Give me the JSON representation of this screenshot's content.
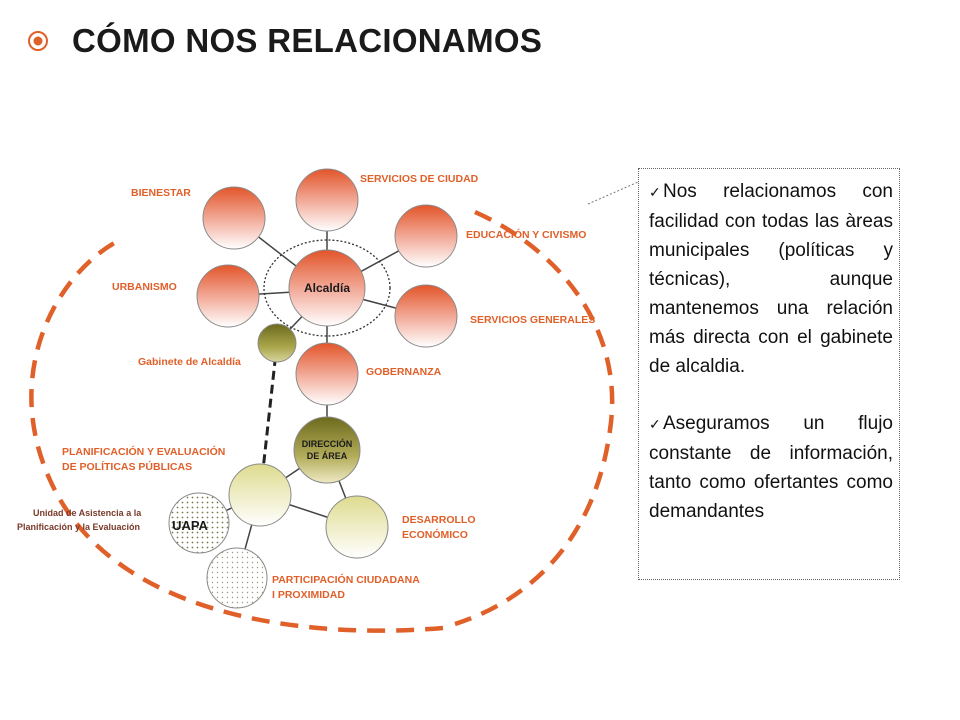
{
  "title": "CÓMO NOS RELACIONAMOS",
  "diagram": {
    "nodes": {
      "bienestar": "BIENESTAR",
      "servicios_ciudad": "SERVICIOS DE CIUDAD",
      "educacion": "EDUCACIÓN Y CIVISMO",
      "urbanismo": "URBANISMO",
      "alcaldia": "Alcaldía",
      "servicios_generales": "SERVICIOS GENERALES",
      "gabinete": "Gabinete de Alcaldía",
      "gobernanza": "GOBERNANZA",
      "direccion_1": "DIRECCIÓN",
      "direccion_2": "DE ÁREA",
      "planificacion_1": "PLANIFICACIÓN Y EVALUACIÓN",
      "planificacion_2": "DE POLÍTICAS PÚBLICAS",
      "unidad_1": "Unidad de Asistencia a la",
      "unidad_2": "Planificación y la Evaluación",
      "uapa": "UAPA",
      "desarrollo_1": "DESARROLLO",
      "desarrollo_2": "ECONÓMICO",
      "participacion_1": "PARTICIPACIÓN CIUDADANA",
      "participacion_2": "I PROXIMIDAD"
    },
    "colors": {
      "orange": "#e0602a",
      "olive": "#9a9a3a",
      "pale_yellow": "#e8e6a8"
    }
  },
  "textbox": {
    "para1": "Nos relacionamos con facilidad con todas las àreas municipales (políticas y técnicas), aunque mantenemos una relación más directa con el gabinete de alcaldia.",
    "para2": "Aseguramos un flujo constante de información, tanto como ofertantes como demandantes",
    "check_icon": "checkmark-icon"
  }
}
